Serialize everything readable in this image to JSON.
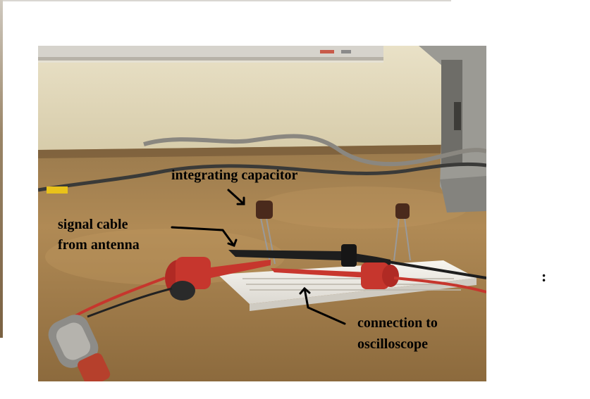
{
  "labels": {
    "integrating_capacitor": "integrating capacitor",
    "signal_cable_line1": "signal cable",
    "signal_cable_line2": "from antenna",
    "connection_line1": "connection to",
    "connection_line2": "oscilloscope"
  },
  "trailing_mark": ":"
}
